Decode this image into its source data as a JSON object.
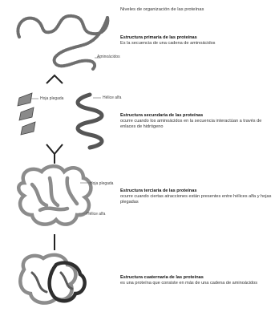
{
  "colors": {
    "chain": "#6e6e6e",
    "chain_dark": "#3a3a3a",
    "helix": "#555555",
    "sheet": "#7a7a7a",
    "fold": "#8c8c8c",
    "quaternary_dark": "#2e2e2e"
  },
  "diagram": {
    "title": "Niveles de organización de las proteínas",
    "levels": [
      {
        "heading": "Estructura primaria de las proteínas",
        "body": "Es la secuencia de una cadena de aminoácidos"
      },
      {
        "heading": "Estructura secundaria de las proteínas",
        "body": "ocurre cuando los aminoácidos en la secuencia interactúan a través de enlaces de hidrógeno"
      },
      {
        "heading": "Estructura terciaria de las proteínas",
        "body": "ocurre cuando ciertas atracciones están presentes entre hélices alfa y hojas plegadas"
      },
      {
        "heading": "Estructura cuaternaria de las proteínas",
        "body": "es una proteína que consiste en más de una cadena de aminoácidos"
      }
    ],
    "labels": {
      "amino_acids": "Aminoácidos",
      "pleated_sheet": "Hoja plegada",
      "alpha_helix": "Hélice alfa",
      "pleated_sheet_2": "Hoja plegada",
      "alpha_helix_2": "Hélice alfa"
    }
  }
}
